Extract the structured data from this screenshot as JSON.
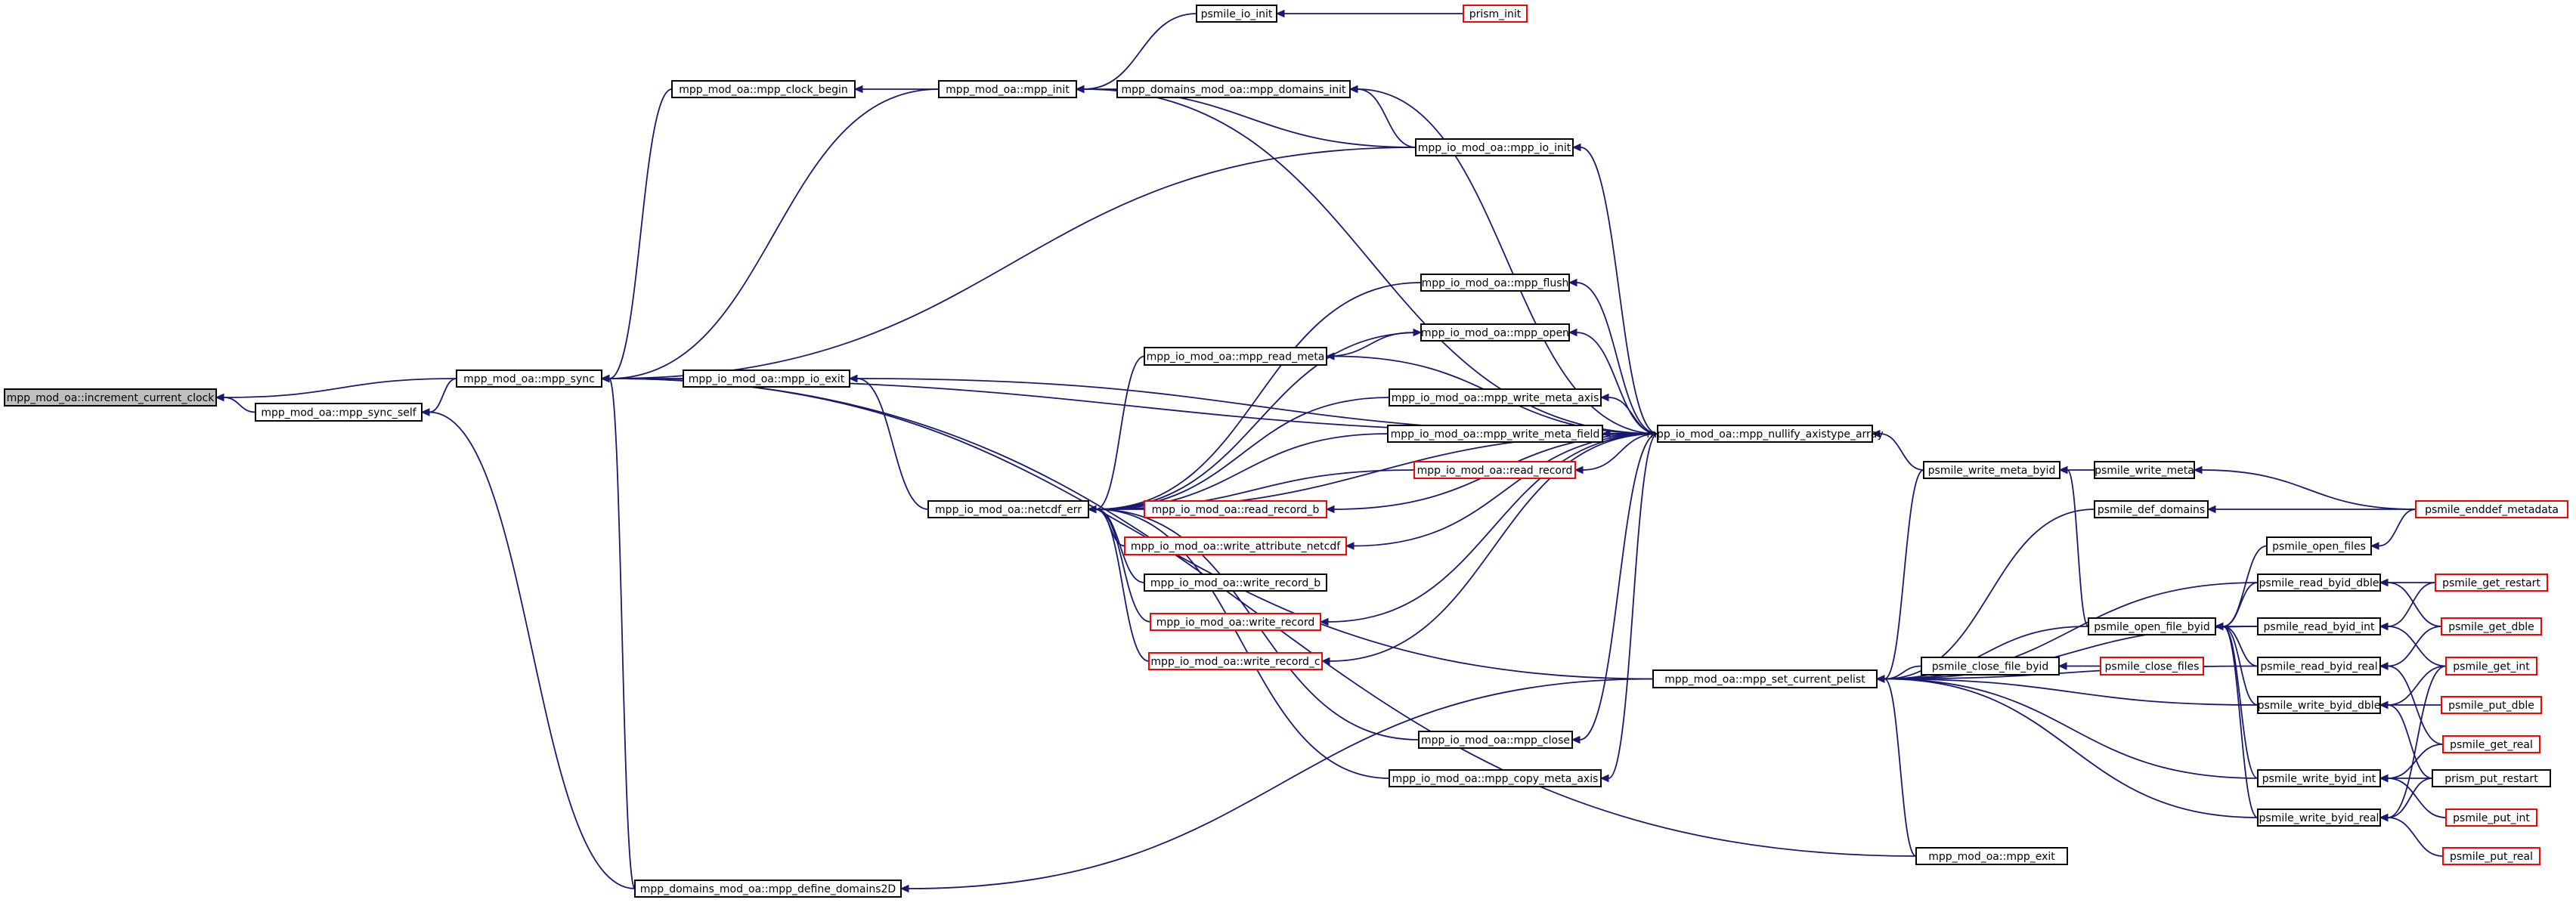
{
  "colors": {
    "edge": "#191970",
    "node_border": "#000000",
    "node_fill": "#ffffff",
    "link_border": "#ff0000",
    "root_fill": "#bfbfbf"
  },
  "graph": {
    "nodes": [
      {
        "id": "root",
        "label": "mpp_mod_oa::increment_current_clock",
        "kind": "root"
      },
      {
        "id": "sync",
        "label": "mpp_mod_oa::mpp_sync",
        "kind": "normal"
      },
      {
        "id": "syncself",
        "label": "mpp_mod_oa::mpp_sync_self",
        "kind": "normal"
      },
      {
        "id": "clock",
        "label": "mpp_mod_oa::mpp_clock_begin",
        "kind": "normal"
      },
      {
        "id": "ioexit",
        "label": "mpp_io_mod_oa::mpp_io_exit",
        "kind": "normal"
      },
      {
        "id": "define2d",
        "label": "mpp_domains_mod_oa::mpp_define_domains2D",
        "kind": "normal"
      },
      {
        "id": "init",
        "label": "mpp_mod_oa::mpp_init",
        "kind": "normal"
      },
      {
        "id": "netcdf",
        "label": "mpp_io_mod_oa::netcdf_err",
        "kind": "normal"
      },
      {
        "id": "psio",
        "label": "psmile_io_init",
        "kind": "normal"
      },
      {
        "id": "prisminit",
        "label": "prism_init",
        "kind": "red"
      },
      {
        "id": "dominit",
        "label": "mpp_domains_mod_oa::mpp_domains_init",
        "kind": "normal"
      },
      {
        "id": "ioinit",
        "label": "mpp_io_mod_oa::mpp_io_init",
        "kind": "normal"
      },
      {
        "id": "flush",
        "label": "mpp_io_mod_oa::mpp_flush",
        "kind": "normal"
      },
      {
        "id": "open",
        "label": "mpp_io_mod_oa::mpp_open",
        "kind": "normal"
      },
      {
        "id": "readmeta",
        "label": "mpp_io_mod_oa::mpp_read_meta",
        "kind": "normal"
      },
      {
        "id": "wmaxis",
        "label": "mpp_io_mod_oa::mpp_write_meta_axis",
        "kind": "normal"
      },
      {
        "id": "wmfield",
        "label": "mpp_io_mod_oa::mpp_write_meta_field",
        "kind": "normal"
      },
      {
        "id": "readrec",
        "label": "mpp_io_mod_oa::read_record",
        "kind": "red"
      },
      {
        "id": "readrecb",
        "label": "mpp_io_mod_oa::read_record_b",
        "kind": "red"
      },
      {
        "id": "wattr",
        "label": "mpp_io_mod_oa::write_attribute_netcdf",
        "kind": "red"
      },
      {
        "id": "wrecb",
        "label": "mpp_io_mod_oa::write_record_b",
        "kind": "normal"
      },
      {
        "id": "wrec",
        "label": "mpp_io_mod_oa::write_record",
        "kind": "red"
      },
      {
        "id": "wrecc",
        "label": "mpp_io_mod_oa::write_record_c",
        "kind": "red"
      },
      {
        "id": "close",
        "label": "mpp_io_mod_oa::mpp_close",
        "kind": "normal"
      },
      {
        "id": "copymeta",
        "label": "mpp_io_mod_oa::mpp_copy_meta_axis",
        "kind": "normal"
      },
      {
        "id": "nullify",
        "label": "mpp_io_mod_oa::mpp_nullify_axistype_array",
        "kind": "normal"
      },
      {
        "id": "setpelist",
        "label": "mpp_mod_oa::mpp_set_current_pelist",
        "kind": "normal"
      },
      {
        "id": "wmbyid",
        "label": "psmile_write_meta_byid",
        "kind": "normal"
      },
      {
        "id": "wmeta",
        "label": "psmile_write_meta",
        "kind": "normal"
      },
      {
        "id": "enddef",
        "label": "psmile_enddef_metadata",
        "kind": "red"
      },
      {
        "id": "defdom",
        "label": "psmile_def_domains",
        "kind": "normal"
      },
      {
        "id": "openfiles",
        "label": "psmile_open_files",
        "kind": "normal"
      },
      {
        "id": "openbyid",
        "label": "psmile_open_file_byid",
        "kind": "normal"
      },
      {
        "id": "closebyid",
        "label": "psmile_close_file_byid",
        "kind": "normal"
      },
      {
        "id": "closefiles",
        "label": "psmile_close_files",
        "kind": "red"
      },
      {
        "id": "rdble",
        "label": "psmile_read_byid_dble",
        "kind": "normal"
      },
      {
        "id": "rint",
        "label": "psmile_read_byid_int",
        "kind": "normal"
      },
      {
        "id": "rreal",
        "label": "psmile_read_byid_real",
        "kind": "normal"
      },
      {
        "id": "wdble",
        "label": "psmile_write_byid_dble",
        "kind": "normal"
      },
      {
        "id": "wint",
        "label": "psmile_write_byid_int",
        "kind": "normal"
      },
      {
        "id": "wreal",
        "label": "psmile_write_byid_real",
        "kind": "normal"
      },
      {
        "id": "getrestart",
        "label": "psmile_get_restart",
        "kind": "red"
      },
      {
        "id": "getdble",
        "label": "psmile_get_dble",
        "kind": "red"
      },
      {
        "id": "getint",
        "label": "psmile_get_int",
        "kind": "red"
      },
      {
        "id": "putdble",
        "label": "psmile_put_dble",
        "kind": "red"
      },
      {
        "id": "getreal",
        "label": "psmile_get_real",
        "kind": "red"
      },
      {
        "id": "putrestart",
        "label": "prism_put_restart",
        "kind": "normal"
      },
      {
        "id": "putint",
        "label": "psmile_put_int",
        "kind": "red"
      },
      {
        "id": "putreal",
        "label": "psmile_put_real",
        "kind": "red"
      },
      {
        "id": "mppexit",
        "label": "mpp_mod_oa::mpp_exit",
        "kind": "normal"
      }
    ],
    "edges": [
      [
        "sync",
        "root"
      ],
      [
        "syncself",
        "root"
      ],
      [
        "sync",
        "syncself"
      ],
      [
        "clock",
        "sync"
      ],
      [
        "ioexit",
        "sync"
      ],
      [
        "define2d",
        "sync"
      ],
      [
        "define2d",
        "syncself"
      ],
      [
        "init",
        "clock"
      ],
      [
        "init",
        "sync"
      ],
      [
        "ioinit",
        "sync"
      ],
      [
        "nullify",
        "sync"
      ],
      [
        "netcdf",
        "ioexit"
      ],
      [
        "psio",
        "init"
      ],
      [
        "prisminit",
        "psio"
      ],
      [
        "dominit",
        "init"
      ],
      [
        "ioinit",
        "init"
      ],
      [
        "nullify",
        "init"
      ],
      [
        "ioinit",
        "dominit"
      ],
      [
        "nullify",
        "dominit"
      ],
      [
        "nullify",
        "ioinit"
      ],
      [
        "nullify",
        "ioexit"
      ],
      [
        "flush",
        "netcdf"
      ],
      [
        "open",
        "netcdf"
      ],
      [
        "readmeta",
        "netcdf"
      ],
      [
        "wmaxis",
        "netcdf"
      ],
      [
        "wmfield",
        "netcdf"
      ],
      [
        "readrec",
        "netcdf"
      ],
      [
        "readrecb",
        "netcdf"
      ],
      [
        "wattr",
        "netcdf"
      ],
      [
        "wrecb",
        "netcdf"
      ],
      [
        "wrec",
        "netcdf"
      ],
      [
        "wrecc",
        "netcdf"
      ],
      [
        "close",
        "netcdf"
      ],
      [
        "copymeta",
        "netcdf"
      ],
      [
        "nullify",
        "netcdf"
      ],
      [
        "readmeta",
        "open"
      ],
      [
        "nullify",
        "flush"
      ],
      [
        "nullify",
        "open"
      ],
      [
        "nullify",
        "readmeta"
      ],
      [
        "nullify",
        "wmaxis"
      ],
      [
        "nullify",
        "wmfield"
      ],
      [
        "nullify",
        "readrec"
      ],
      [
        "nullify",
        "readrecb"
      ],
      [
        "nullify",
        "wattr"
      ],
      [
        "nullify",
        "wrec"
      ],
      [
        "nullify",
        "wrecc"
      ],
      [
        "nullify",
        "close"
      ],
      [
        "nullify",
        "copymeta"
      ],
      [
        "wmbyid",
        "nullify"
      ],
      [
        "setpelist",
        "sync"
      ],
      [
        "mppexit",
        "sync"
      ],
      [
        "setpelist",
        "define2d"
      ],
      [
        "wmbyid",
        "setpelist"
      ],
      [
        "defdom",
        "setpelist"
      ],
      [
        "openbyid",
        "setpelist"
      ],
      [
        "closebyid",
        "setpelist"
      ],
      [
        "rdble",
        "setpelist"
      ],
      [
        "rint",
        "setpelist"
      ],
      [
        "rreal",
        "setpelist"
      ],
      [
        "wdble",
        "setpelist"
      ],
      [
        "wint",
        "setpelist"
      ],
      [
        "wreal",
        "setpelist"
      ],
      [
        "mppexit",
        "setpelist"
      ],
      [
        "wmeta",
        "wmbyid"
      ],
      [
        "openbyid",
        "wmbyid"
      ],
      [
        "enddef",
        "wmeta"
      ],
      [
        "enddef",
        "defdom"
      ],
      [
        "enddef",
        "openfiles"
      ],
      [
        "openfiles",
        "openbyid"
      ],
      [
        "rdble",
        "openbyid"
      ],
      [
        "rint",
        "openbyid"
      ],
      [
        "rreal",
        "openbyid"
      ],
      [
        "wdble",
        "openbyid"
      ],
      [
        "wint",
        "openbyid"
      ],
      [
        "wreal",
        "openbyid"
      ],
      [
        "closefiles",
        "closebyid"
      ],
      [
        "getrestart",
        "rdble"
      ],
      [
        "getdble",
        "rdble"
      ],
      [
        "getrestart",
        "rint"
      ],
      [
        "getint",
        "rint"
      ],
      [
        "getreal",
        "rreal"
      ],
      [
        "getdble",
        "rreal"
      ],
      [
        "putdble",
        "wdble"
      ],
      [
        "putrestart",
        "wdble"
      ],
      [
        "getint",
        "wdble"
      ],
      [
        "putrestart",
        "wint"
      ],
      [
        "putint",
        "wint"
      ],
      [
        "getreal",
        "wint"
      ],
      [
        "putrestart",
        "wreal"
      ],
      [
        "putreal",
        "wreal"
      ],
      [
        "getint",
        "wreal"
      ]
    ]
  }
}
